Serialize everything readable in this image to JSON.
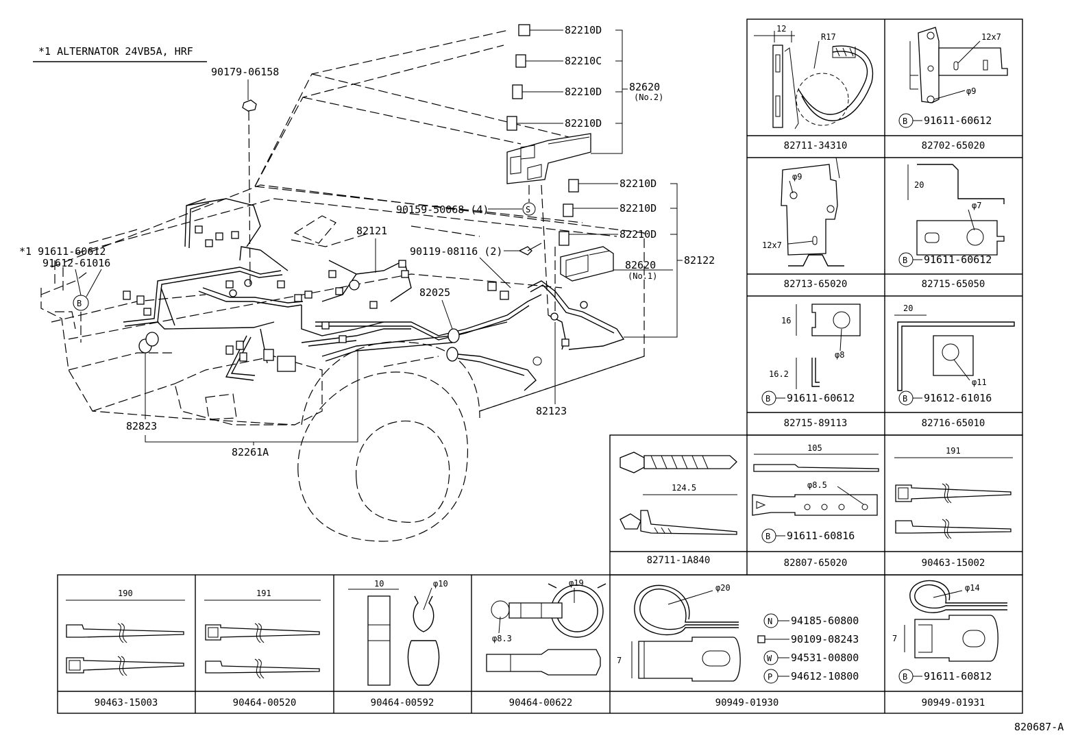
{
  "header": {
    "note": "*1 ALTERNATOR 24VB5A, HRF"
  },
  "callouts": {
    "p90179": "90179-06158",
    "r1a": "82210D",
    "r1b": "82210C",
    "r1c": "82210D",
    "r1d": "82210D",
    "p82620_2": "82620",
    "p82620_2_sub": "(No.2)",
    "r2a": "82210D",
    "r2b": "82210D",
    "r2c": "82210D",
    "p82620_1": "82620",
    "p82620_1_sub": "(No.1)",
    "p82122": "82122",
    "p90159": "90159-50068 (4)",
    "s_mark": "S",
    "p82121": "82121",
    "p90119": "90119-08116 (2)",
    "p82025": "82025",
    "star1": "*1 91611-60612",
    "p91612": "91612-61016",
    "b_mark": "B",
    "p82123": "82123",
    "p82823": "82823",
    "p82261": "82261A"
  },
  "cells": {
    "c1": {
      "title": "82711-34310",
      "d1": "12",
      "d2": "R17"
    },
    "c2": {
      "title": "82702-65020",
      "d1": "12x7",
      "d2": "φ9",
      "b": "B",
      "part": "91611-60612"
    },
    "c3": {
      "title": "82713-65020",
      "d1": "φ9",
      "d2": "12x7"
    },
    "c4": {
      "title": "82715-65050",
      "d1": "20",
      "d2": "φ7",
      "b": "B",
      "part": "91611-60612"
    },
    "c5": {
      "title": "82715-89113",
      "d1": "16",
      "d2": "φ8",
      "d3": "16.2",
      "b": "B",
      "part": "91611-60612"
    },
    "c6": {
      "title": "82716-65010",
      "d1": "20",
      "d2": "φ11",
      "b": "B",
      "part": "91612-61016"
    },
    "c7": {
      "title": "82711-1A840",
      "d1": "124.5"
    },
    "c8": {
      "title": "82807-65020",
      "d1": "105",
      "d2": "φ8.5",
      "b": "B",
      "part": "91611-60816"
    },
    "c9": {
      "title": "90463-15002",
      "d1": "191"
    },
    "c10": {
      "title": "90463-15003",
      "d1": "190"
    },
    "c11": {
      "title": "90464-00520",
      "d1": "191"
    },
    "c12": {
      "title": "90464-00592",
      "d1": "10",
      "d2": "φ10"
    },
    "c13": {
      "title": "90464-00622",
      "d1": "φ19",
      "d2": "φ8.3"
    },
    "c14": {
      "title": "90949-01930",
      "d1": "φ20",
      "d2": "7",
      "n": "N",
      "n_part": "94185-60800",
      "bolt_part": "90109-08243",
      "w": "W",
      "w_part": "94531-00800",
      "p": "P",
      "p_part": "94612-10800"
    },
    "c15": {
      "title": "90949-01931",
      "d1": "φ14",
      "d2": "7",
      "b": "B",
      "part": "91611-60812"
    }
  },
  "footer": {
    "code": "820687-A"
  }
}
